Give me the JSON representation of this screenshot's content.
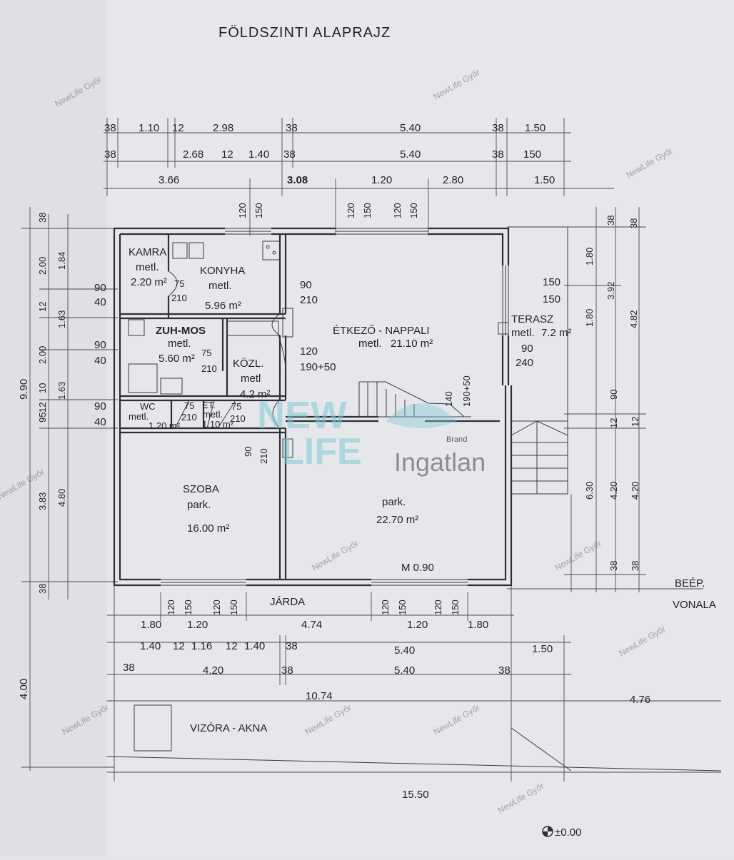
{
  "title": "FÖLDSZINTI ALAPRAJZ",
  "dims_top_1": [
    "38",
    "1.10",
    "12",
    "2.98",
    "38",
    "5.40",
    "38",
    "1.50"
  ],
  "dims_top_2": [
    "38",
    "2.68",
    "12",
    "1.40",
    "38",
    "5.40",
    "38",
    "150"
  ],
  "dims_top_3": [
    "3.66",
    "3.08",
    "1.20",
    "2.80",
    "1.50"
  ],
  "dims_top_openings": [
    "120",
    "150",
    "120",
    "150",
    "120",
    "150"
  ],
  "dims_left_outer": [
    "9.90"
  ],
  "dims_left_1": [
    "38",
    "2.00",
    "12",
    "2.00",
    "10",
    "12",
    "95",
    "3.83"
  ],
  "dims_left_2": [
    "1.84",
    "1.63",
    "1.63",
    "4.80",
    "38"
  ],
  "dims_right_1": [
    "38",
    "1.80",
    "1.80",
    "90",
    "12",
    "4.20",
    "38"
  ],
  "dims_right_2": [
    "38",
    "3.92",
    "12",
    "4.20",
    "38"
  ],
  "dims_right_3": [
    "4.82",
    "6.30"
  ],
  "rooms": [
    {
      "name": "KAMRA",
      "floor": "metl.",
      "area": "2.20 m²"
    },
    {
      "name": "KONYHA",
      "floor": "metl.",
      "area": "5.96 m²"
    },
    {
      "name": "ZUH-MOS",
      "floor": "metl.",
      "area": "5.60 m²"
    },
    {
      "name": "KÖZL.",
      "floor": "metl",
      "area": "4.2 m²"
    },
    {
      "name": "WC",
      "floor": "metl.",
      "area": "1.20 m²"
    },
    {
      "name": "ÉT.",
      "floor": "metl.",
      "area": "1.10 m²"
    },
    {
      "name": "ÉTKEZŐ - NAPPALI",
      "floor": "metl.",
      "area": "21.10 m²"
    },
    {
      "name": "TERASZ",
      "floor": "metl.",
      "area": "7.2 m²"
    },
    {
      "name": "SZOBA",
      "floor": "park.",
      "area": "16.00 m²"
    },
    {
      "name": "",
      "floor": "park.",
      "area": "22.70 m²"
    }
  ],
  "openings": {
    "kamra_door": [
      "75",
      "210"
    ],
    "konyha_door": [
      "90",
      "210"
    ],
    "left_door_1": [
      "90",
      "40"
    ],
    "left_door_2": [
      "90",
      "40"
    ],
    "left_door_3": [
      "90",
      "40"
    ],
    "zuh_door": [
      "75",
      "210"
    ],
    "nappali_door": [
      "120",
      "190+50"
    ],
    "terasz_door": [
      "150",
      "150"
    ],
    "terasz_door_2": [
      "90",
      "240"
    ],
    "wc_door": [
      "75",
      "210"
    ],
    "et_door": [
      "75",
      "210"
    ],
    "szoba_door": [
      "90",
      "210"
    ],
    "stair_dims": [
      "140",
      "190+50"
    ]
  },
  "labels": {
    "jarda": "JÁRDA",
    "m090": "M 0.90",
    "beep": "BEÉP.",
    "vonala": "VONALA",
    "vizora": "VIZÓRA - AKNA",
    "level": "±0.00"
  },
  "dims_bottom_1": [
    "1.80",
    "1.20",
    "4.74",
    "1.20",
    "1.80"
  ],
  "dims_bottom_2": [
    "1.40",
    "12",
    "1.16",
    "12",
    "1.40",
    "38",
    "5.40",
    "1.50"
  ],
  "dims_bottom_3": [
    "38",
    "4.20",
    "38",
    "5.40",
    "38"
  ],
  "dims_bottom_4": [
    "10.74",
    "4.76"
  ],
  "dims_bottom_5": [
    "15.50"
  ],
  "dims_bottom_openings": [
    "120",
    "150",
    "120",
    "150",
    "120",
    "150",
    "120",
    "150"
  ],
  "dims_far_left": [
    "4.00"
  ],
  "watermark": {
    "line1": "NEW",
    "line2": "LIFE",
    "brand": "Brand",
    "ingatlan": "Ingatlan",
    "tile": "NewLife Győr"
  }
}
